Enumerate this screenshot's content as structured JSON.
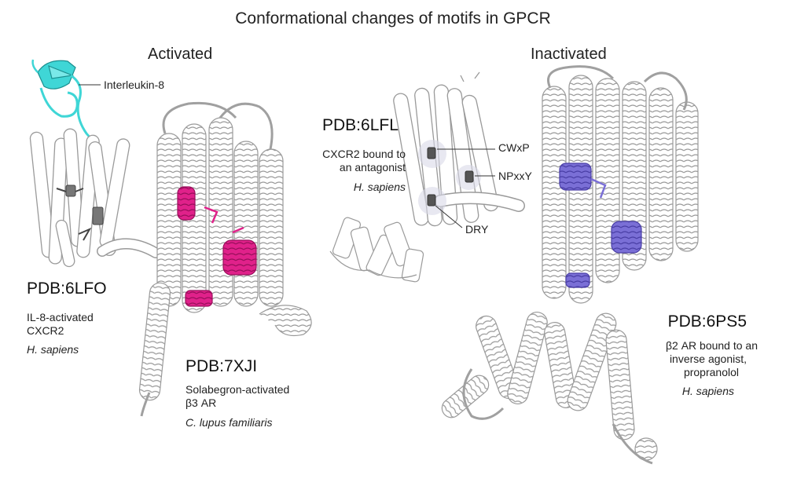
{
  "title": "Conformational changes of motifs in GPCR",
  "sections": {
    "activated": "Activated",
    "inactivated": "Inactivated"
  },
  "structures": [
    {
      "pdb": "PDB:6LFO",
      "desc": [
        "IL-8-activated",
        "CXCR2"
      ],
      "species": "H. sapiens",
      "highlight": "#8a8a8a"
    },
    {
      "pdb": "PDB:7XJI",
      "desc": [
        "Solabegron-activated",
        "β3 AR"
      ],
      "species": "C. lupus familiaris",
      "highlight": "#e0218a"
    },
    {
      "pdb": "PDB:6LFL",
      "desc": [
        "CXCR2 bound to",
        "an antagonist"
      ],
      "species": "H. sapiens",
      "highlight": "#6b6b6b"
    },
    {
      "pdb": "PDB:6PS5",
      "desc": [
        "β2 AR bound to an",
        "inverse agonist,",
        "propranolol"
      ],
      "species": "H. sapiens",
      "highlight": "#7a6fd6"
    }
  ],
  "labels": {
    "ligand": "Interleukin-8",
    "cwxp": "CWxP",
    "npxxy": "NPxxY",
    "dry": "DRY"
  },
  "colors": {
    "ligand": "#3fd6d6",
    "helix_fill": "#ffffff",
    "helix_stroke": "#9a9a9a"
  }
}
